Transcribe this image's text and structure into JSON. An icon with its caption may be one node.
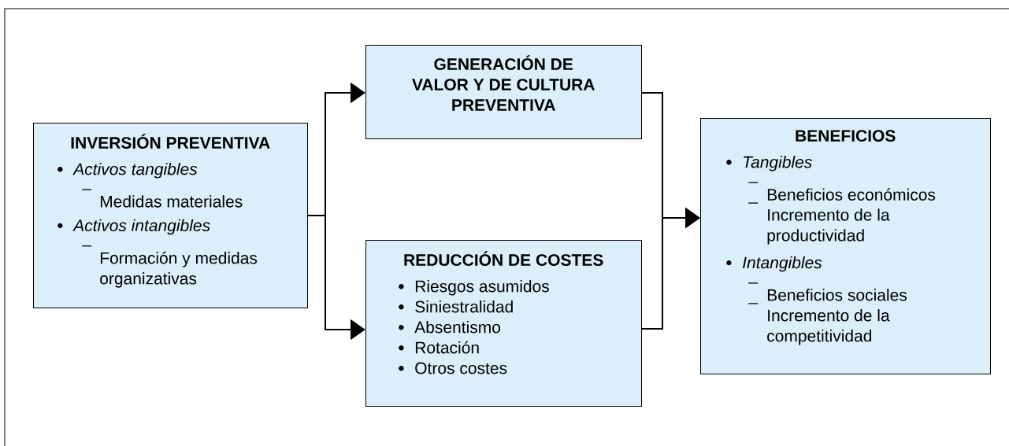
{
  "diagram": {
    "nodes": [
      {
        "text": [
          "INVERSIÓN PREVENTIVA",
          "Activos tangibles",
          "Medidas materiales",
          "Activos intangibles",
          "Formación y medidas organizativas"
        ]
      },
      {
        "text": [
          "GENERACIÓN DE VALOR Y DE CULTURA PREVENTIVA"
        ]
      },
      {
        "text": [
          "REDUCCIÓN DE COSTES",
          "Riesgos asumidos",
          "Siniestralidad",
          "Absentismo",
          "Rotación",
          "Otros costes"
        ]
      },
      {
        "text": [
          "BENEFICIOS",
          "Tangibles",
          "Beneficios económicos",
          "Incremento de la productividad",
          "Intangibles",
          "Beneficios sociales",
          "Incremento de la competitividad"
        ]
      }
    ],
    "edges": [
      {
        "from": 0,
        "to": 1,
        "arrow": "to"
      },
      {
        "from": 0,
        "to": 2,
        "arrow": "to"
      },
      {
        "from": 1,
        "to": 3,
        "arrow": "to"
      },
      {
        "from": 2,
        "to": 3,
        "arrow": "to"
      }
    ]
  }
}
